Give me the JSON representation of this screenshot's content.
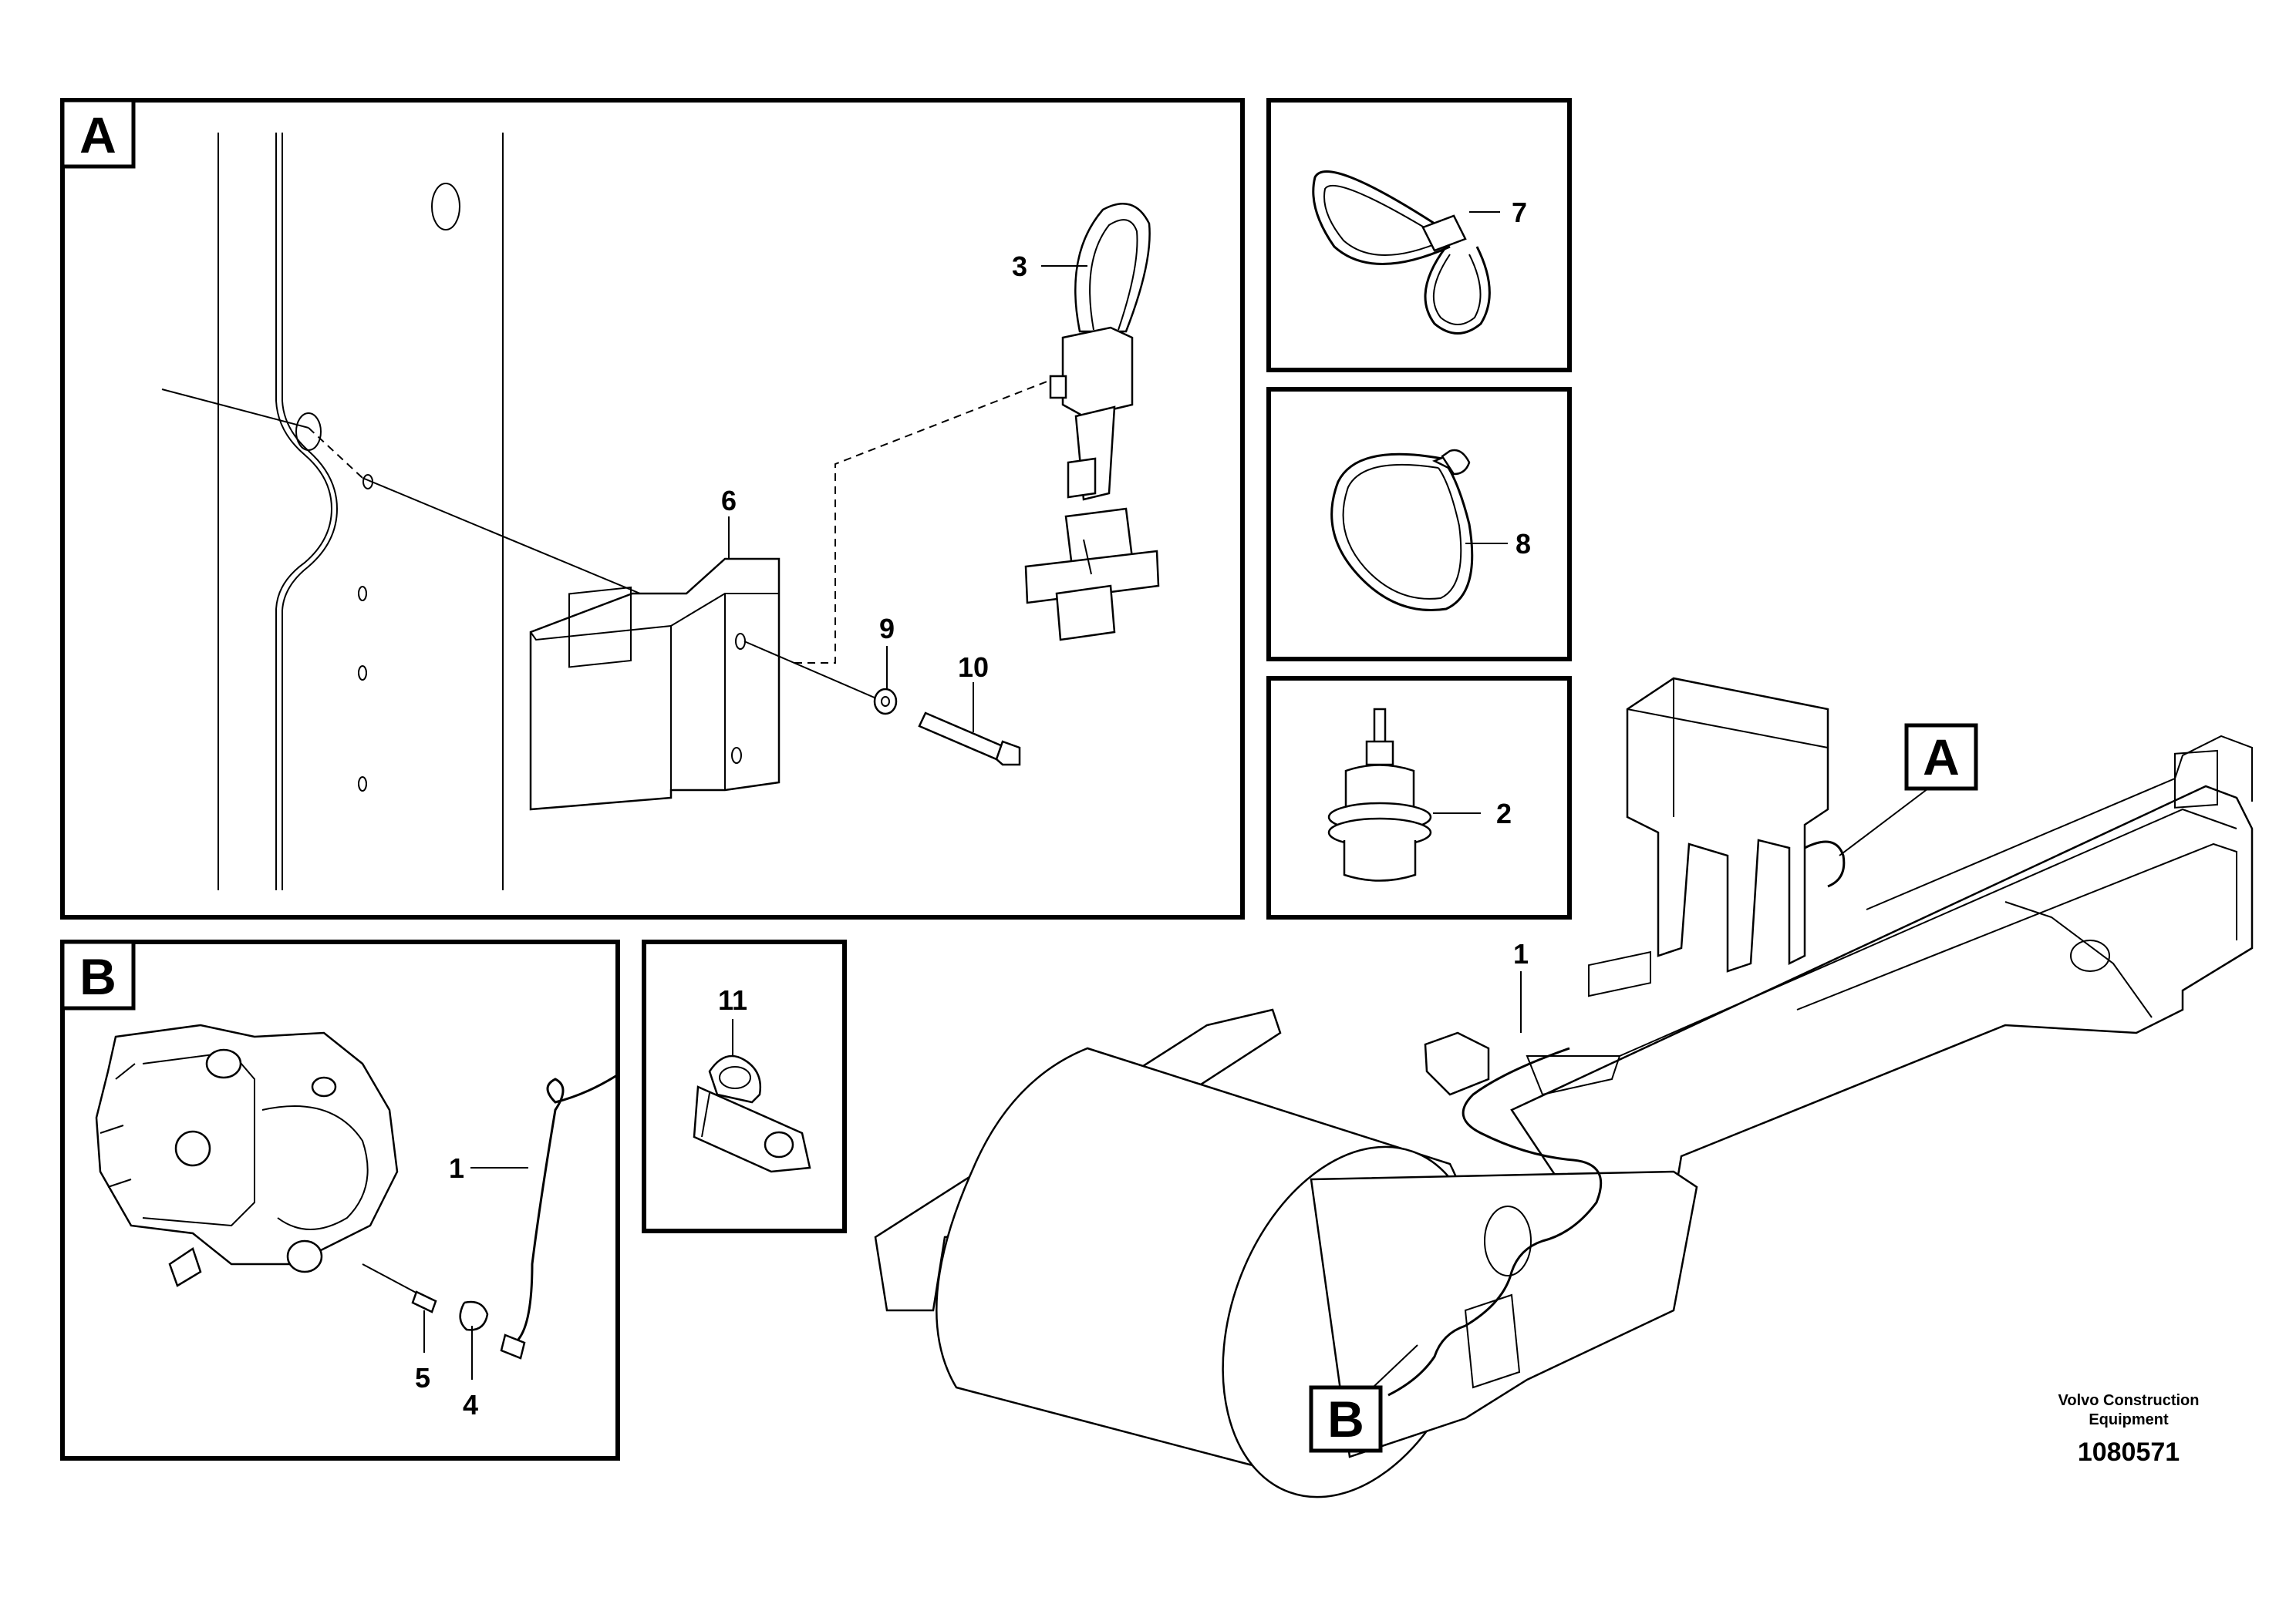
{
  "callouts": {
    "panel_a_label": "A",
    "panel_b_label": "B",
    "overview_a_label": "A",
    "overview_b_label": "B",
    "part_1_panel_b": "1",
    "part_1_overview": "1",
    "part_2": "2",
    "part_3": "3",
    "part_4": "4",
    "part_5": "5",
    "part_6": "6",
    "part_7": "7",
    "part_8": "8",
    "part_9": "9",
    "part_10": "10",
    "part_11": "11"
  },
  "footer": {
    "company_line1": "Volvo Construction",
    "company_line2": "Equipment",
    "figure_number": "1080571"
  }
}
